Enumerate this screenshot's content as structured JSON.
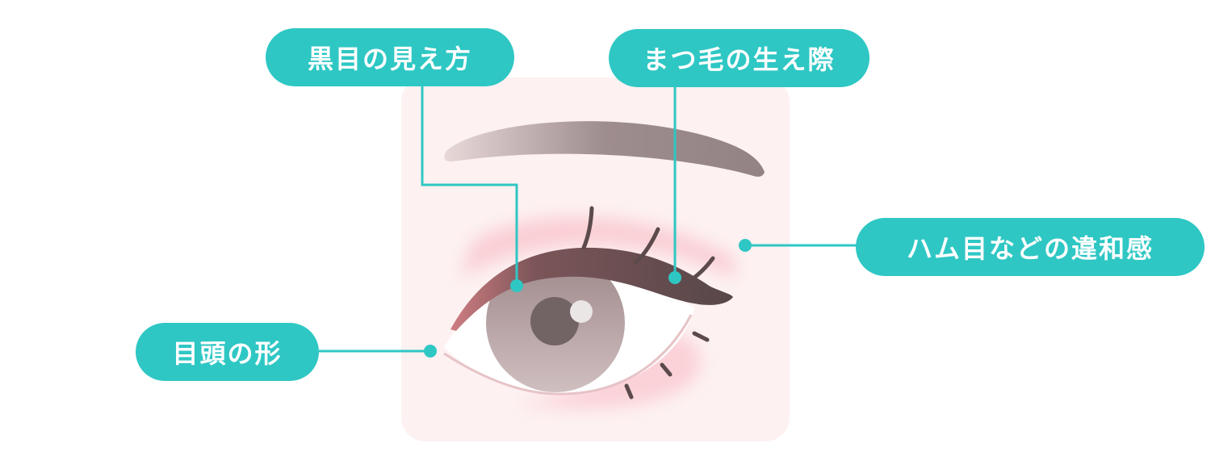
{
  "labels": {
    "iris_view": "黒目の見え方",
    "lash_line": "まつ毛の生え際",
    "ham_eye": "ハム目などの違和感",
    "inner_corner": "目頭の形"
  },
  "colors": {
    "accent": "#2ec7c4",
    "panel": "#fdf1f1",
    "brow": "#958587",
    "liner": "#5c4a4c",
    "iris": "#b3a1a3",
    "pupil": "#726465"
  }
}
